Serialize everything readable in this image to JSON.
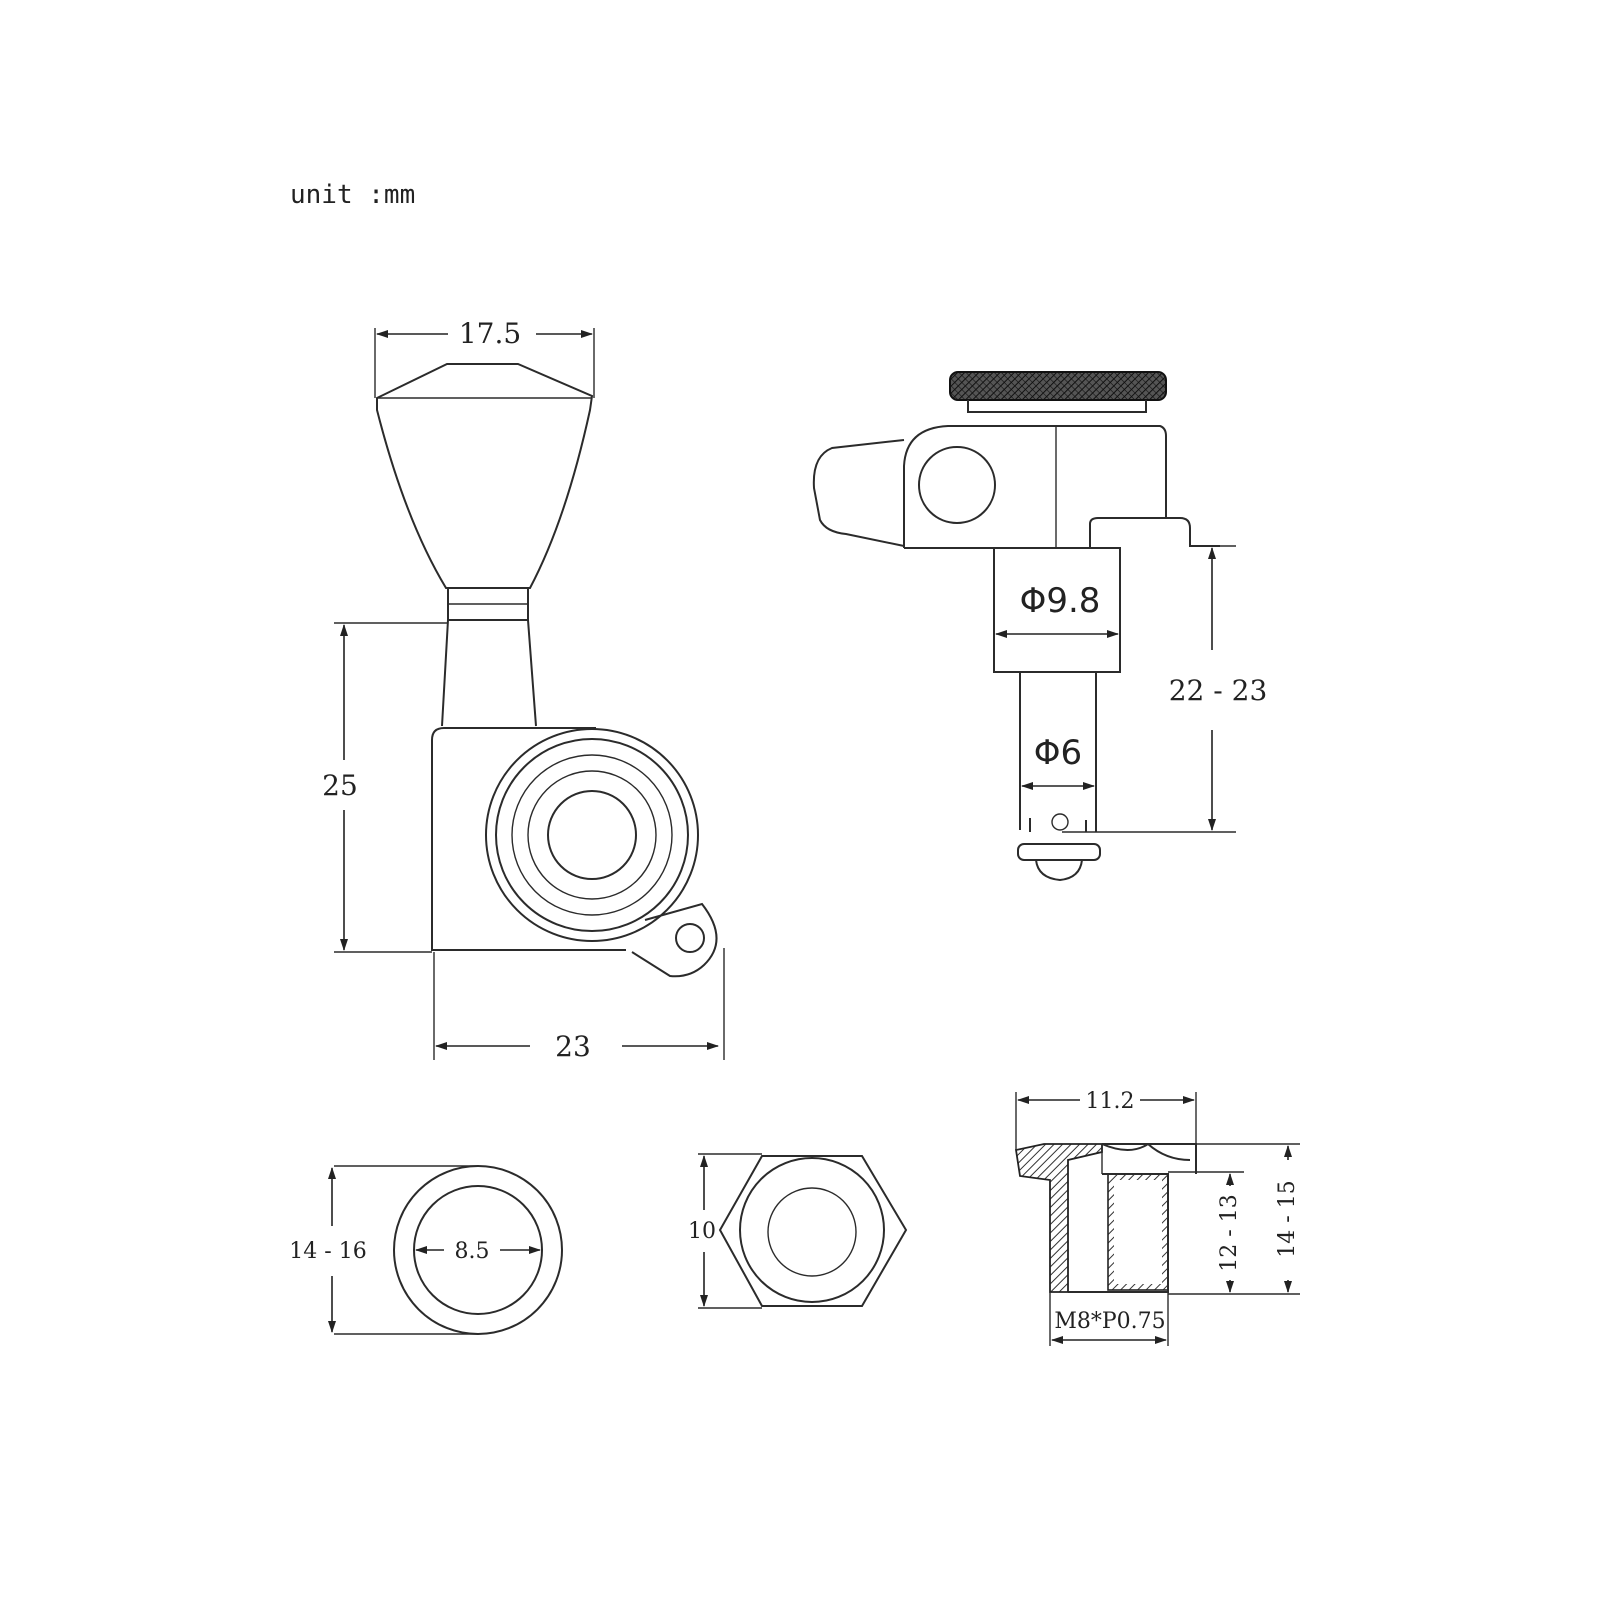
{
  "unit_label": "unit :mm",
  "dimensions": {
    "knob_width": "17.5",
    "post_height": "25",
    "housing_width": "23",
    "shaft_diameter": "Φ9.8",
    "string_post_diameter": "Φ6",
    "post_length": "22 - 23",
    "washer_outer": "14 - 16",
    "washer_inner": "8.5",
    "hex_nut_width": "10",
    "bushing_width": "11.2",
    "bushing_inner_height": "12 - 13",
    "bushing_outer_height": "14 - 15",
    "thread_spec": "M8*P0.75"
  }
}
